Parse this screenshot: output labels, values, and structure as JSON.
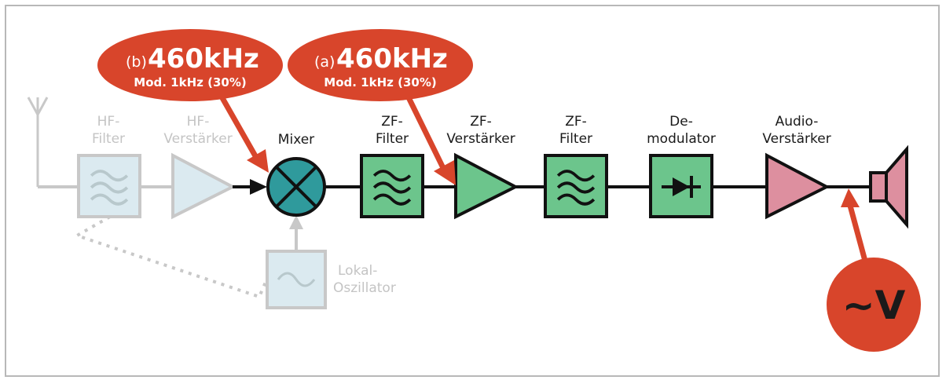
{
  "blocks": {
    "hf_filter": {
      "line1": "HF-",
      "line2": "Filter"
    },
    "hf_amp": {
      "line1": "HF-",
      "line2": "Verstärker"
    },
    "mixer": {
      "label": "Mixer"
    },
    "zf_filter_1": {
      "line1": "ZF-",
      "line2": "Filter"
    },
    "zf_amp": {
      "line1": "ZF-",
      "line2": "Verstärker"
    },
    "zf_filter_2": {
      "line1": "ZF-",
      "line2": "Filter"
    },
    "demodulator": {
      "line1": "De-",
      "line2": "modulator"
    },
    "audio_amp": {
      "line1": "Audio-",
      "line2": "Verstärker"
    },
    "local_osc": {
      "line1": "Lokal-",
      "line2": "Oszillator"
    }
  },
  "callouts": {
    "b": {
      "prefix": "(b)",
      "freq": "460kHz",
      "mod": "Mod. 1kHz (30%)"
    },
    "a": {
      "prefix": "(a)",
      "freq": "460kHz",
      "mod": "Mod. 1kHz (30%)"
    },
    "voltmeter": {
      "label": "~V"
    }
  },
  "colors": {
    "callout": "#d8452b",
    "active_block": "#6cc58c",
    "mixer": "#2f9a9c",
    "audio": "#dd8f9f",
    "faded_fill": "#dbeaf0",
    "faded_stroke": "#c8c8c8",
    "line": "#111111"
  }
}
